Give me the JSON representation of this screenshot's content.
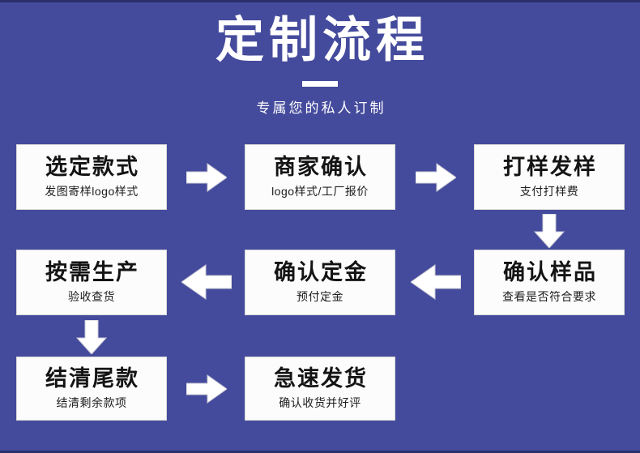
{
  "page": {
    "title": "定制流程",
    "subtitle": "专属您的私人订制",
    "background_color": "#454b9c",
    "edge_rule_color": "#2a2f6b",
    "box_fill_color": "#fcfcfc",
    "arrow_color": "#ffffff"
  },
  "flow": {
    "steps": [
      {
        "id": "1",
        "title": "选定款式",
        "subtitle": "发图寄样logo样式"
      },
      {
        "id": "2",
        "title": "商家确认",
        "subtitle": "logo样式/工厂报价"
      },
      {
        "id": "3",
        "title": "打样发样",
        "subtitle": "支付打样费"
      },
      {
        "id": "4",
        "title": "确认样品",
        "subtitle": "查看是否符合要求"
      },
      {
        "id": "5",
        "title": "确认定金",
        "subtitle": "预付定金"
      },
      {
        "id": "6",
        "title": "按需生产",
        "subtitle": "验收查货"
      },
      {
        "id": "7",
        "title": "结清尾款",
        "subtitle": "结清剩余款项"
      },
      {
        "id": "8",
        "title": "急速发货",
        "subtitle": "确认收货并好评"
      }
    ],
    "connectors": [
      {
        "id": "1",
        "icon": "arrow-right-icon",
        "from": "1",
        "to": "2"
      },
      {
        "id": "2",
        "icon": "arrow-right-icon",
        "from": "2",
        "to": "3"
      },
      {
        "id": "3",
        "icon": "arrow-down-icon",
        "from": "3",
        "to": "4"
      },
      {
        "id": "4",
        "icon": "arrow-left-icon",
        "from": "4",
        "to": "5"
      },
      {
        "id": "5",
        "icon": "arrow-left-icon",
        "from": "5",
        "to": "6"
      },
      {
        "id": "6",
        "icon": "arrow-down-icon",
        "from": "6",
        "to": "7"
      },
      {
        "id": "7",
        "icon": "arrow-right-icon",
        "from": "7",
        "to": "8"
      }
    ]
  }
}
